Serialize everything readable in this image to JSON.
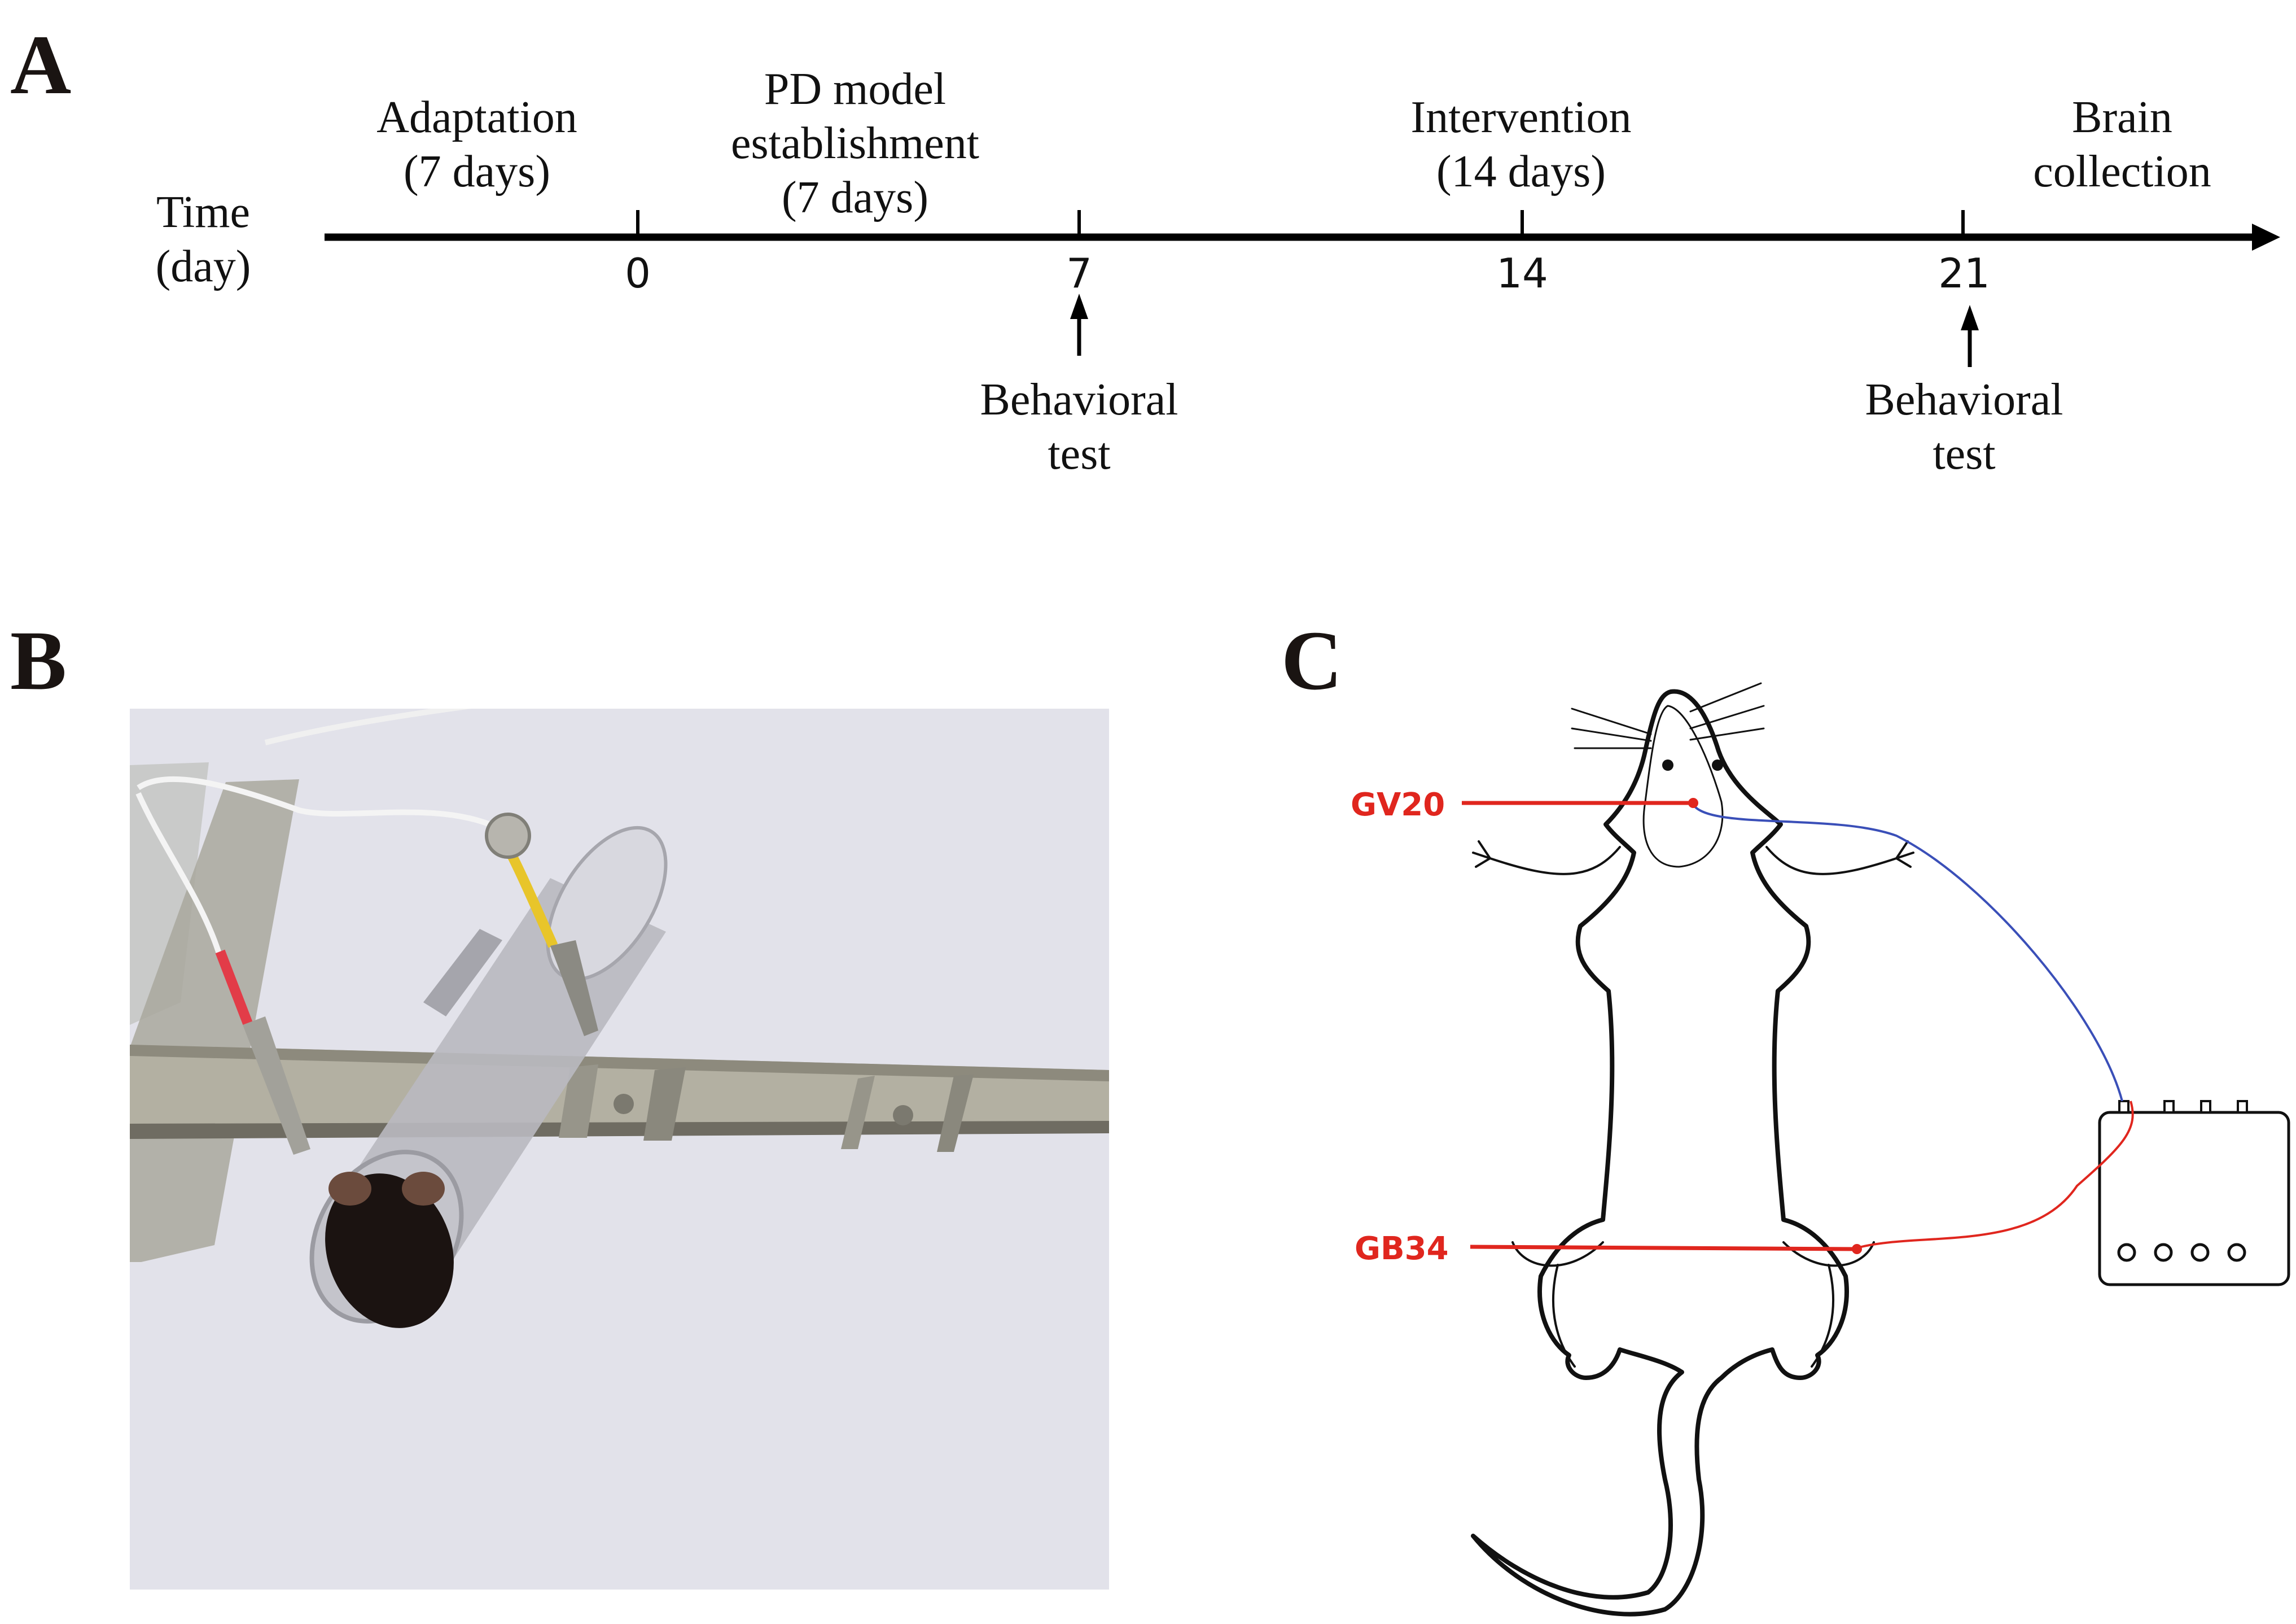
{
  "panels": {
    "a": {
      "letter": "A",
      "axis_label_line1": "Time",
      "axis_label_line2": "(day)",
      "ticks": [
        "0",
        "7",
        "14",
        "21"
      ],
      "phases": [
        {
          "line1": "Adaptation",
          "line2": "(7 days)"
        },
        {
          "line1": "PD model",
          "line2": "establishment",
          "line3": "(7 days)"
        },
        {
          "line1": "Intervention",
          "line2": "(14 days)"
        },
        {
          "line1": "Brain",
          "line2": "collection"
        }
      ],
      "events": [
        {
          "day": "7",
          "line1": "Behavioral",
          "line2": "test"
        },
        {
          "day": "21",
          "line1": "Behavioral",
          "line2": "test"
        }
      ]
    },
    "b": {
      "letter": "B",
      "photo_description": "Mouse restrained in a clear acrylic tube on a metal rail with red- and yellow-sleeved electrode clips attached"
    },
    "c": {
      "letter": "C",
      "acupoints": [
        {
          "label": "GV20",
          "wire_color": "#3a4fb8"
        },
        {
          "label": "GB34",
          "wire_color": "#e0261e"
        }
      ],
      "label_color": "#e0261e"
    }
  }
}
